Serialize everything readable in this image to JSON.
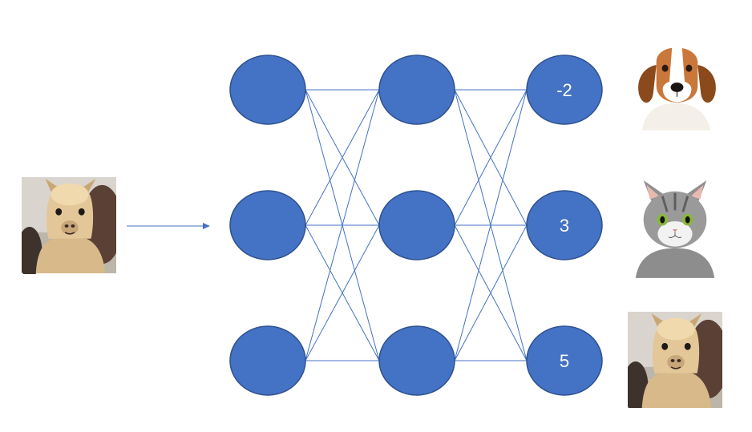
{
  "colors": {
    "node_fill": "#4472c4",
    "node_stroke": "#2f528f",
    "edge": "#4472c4",
    "label": "#ffffff"
  },
  "network": {
    "layers": [
      {
        "name": "layer-1",
        "nodes": 3
      },
      {
        "name": "layer-2",
        "nodes": 3
      },
      {
        "name": "output-layer",
        "nodes": 3
      }
    ],
    "output_values": [
      "-2",
      "3",
      "5"
    ]
  },
  "images": {
    "input": "alpaca",
    "outputs": [
      "dog",
      "cat",
      "alpaca"
    ]
  },
  "icons": {
    "arrow": "arrow-right-icon"
  }
}
